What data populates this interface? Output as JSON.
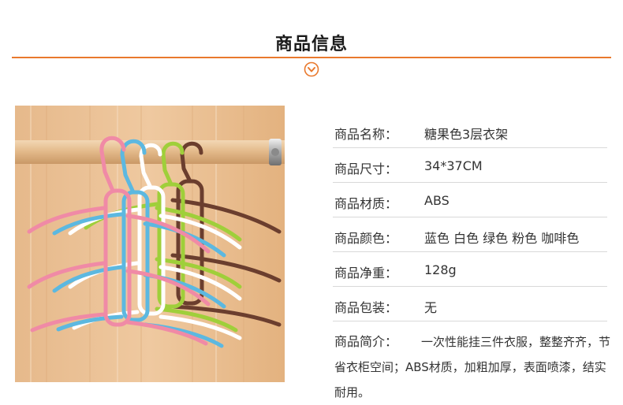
{
  "section_title": "商品信息",
  "colors": {
    "accent": "#e9792d",
    "rule": "#d9d9d9"
  },
  "icons": {
    "down": "chevron-down-icon"
  },
  "specs": [
    {
      "label": "商品名称：",
      "value": "糖果色3层衣架"
    },
    {
      "label": "商品尺寸：",
      "value": "34*37CM"
    },
    {
      "label": "商品材质：",
      "value": "ABS"
    },
    {
      "label": "商品颜色：",
      "value": "蓝色 白色 绿色 粉色 咖啡色"
    },
    {
      "label": "商品净重：",
      "value": "128g"
    },
    {
      "label": "商品包装：",
      "value": "无"
    }
  ],
  "intro": {
    "label": "商品简介：",
    "text": "一次性能挂三件衣服，整整齐齐，节省衣柜空间；ABS材质，加粗加厚，表面喷漆，结实耐用。"
  }
}
